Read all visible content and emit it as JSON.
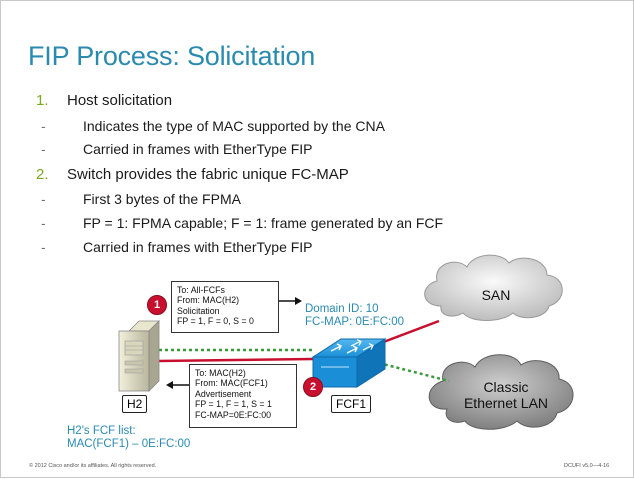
{
  "title": "FIP Process: Solicitation",
  "bullets": [
    {
      "num": "1.",
      "text": "Host solicitation",
      "subs": [
        "Indicates the type of MAC supported by the CNA",
        "Carried in frames with EtherType FIP"
      ]
    },
    {
      "num": "2.",
      "text": "Switch provides the fabric unique FC-MAP",
      "subs": [
        "First 3 bytes of the FPMA",
        "FP = 1: FPMA capable; F = 1: frame generated by an FCF",
        "Carried in frames with EtherType FIP"
      ]
    }
  ],
  "sub_dash": "-",
  "diagram": {
    "solicitation_box": [
      "To: All-FCFs",
      "From: MAC(H2)",
      "Solicitation",
      "FP = 1, F = 0, S = 0"
    ],
    "advertisement_box": [
      "To: MAC(H2)",
      "From: MAC(FCF1)",
      "Advertisement",
      "FP = 1, F = 1, S = 1",
      "FC-MAP=0E:FC:00"
    ],
    "domain_info": [
      "Domain ID: 10",
      "FC-MAP: 0E:FC:00"
    ],
    "h2_fcf_list": [
      "H2's FCF list:",
      "MAC(FCF1) – 0E:FC:00"
    ],
    "san_label": "SAN",
    "lan_label": [
      "Classic",
      "Ethernet LAN"
    ],
    "host_label": "H2",
    "switch_label": "FCF1",
    "step1": "1",
    "step2": "2",
    "colors": {
      "title": "#2a8ab0",
      "numbering": "#7aa81f",
      "fc_link": "#c8102e",
      "eth_link": "#3a9a3a",
      "switch": "#1a8fd8",
      "badge": "#c8102e"
    }
  },
  "footer": {
    "left": "© 2012 Cisco and/or its affiliates. All rights reserved.",
    "right": "DCUFI v5.0—4-16"
  }
}
